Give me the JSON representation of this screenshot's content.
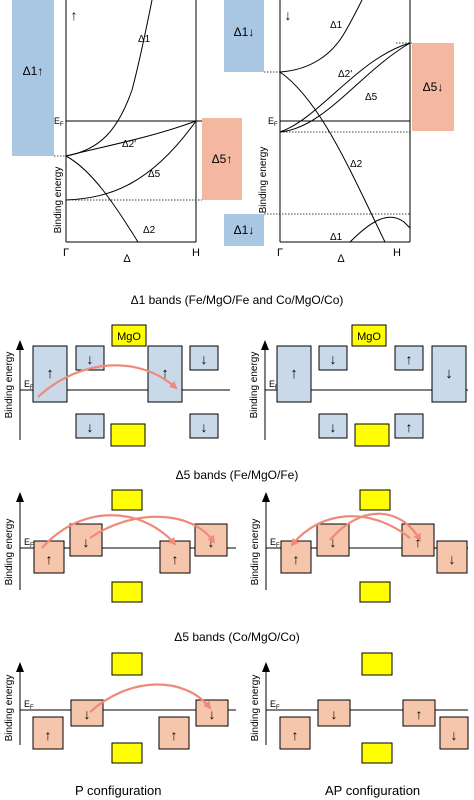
{
  "top_panels": {
    "left": {
      "spin_arrow": "↑",
      "side_labels": {
        "d1": "Δ1↑",
        "d5": "Δ5↑"
      },
      "curve_labels": {
        "d1": "Δ1",
        "d2p": "Δ2'",
        "d5": "Δ5",
        "d2": "Δ2"
      },
      "ef": "E",
      "ef_sub": "F",
      "y_axis": "Binding energy",
      "x_ticks": [
        "Γ",
        "Δ",
        "H"
      ]
    },
    "right": {
      "spin_arrow": "↓",
      "side_labels": {
        "d1_top": "Δ1↓",
        "d1_bottom": "Δ1↓",
        "d5": "Δ5↓"
      },
      "curve_labels": {
        "d1_top": "Δ1",
        "d2p": "Δ2'",
        "d5": "Δ5",
        "d2": "Δ2",
        "d1_bottom": "Δ1"
      },
      "ef": "E",
      "ef_sub": "F",
      "y_axis": "Binding energy",
      "x_ticks": [
        "Γ",
        "Δ",
        "H"
      ]
    }
  },
  "section_titles": {
    "d1": "Δ1 bands  (Fe/MgO/Fe and Co/MgO/Co)",
    "d5_fe": "Δ5 bands  (Fe/MgO/Fe)",
    "d5_co": "Δ5 bands  (Co/MgO/Co)"
  },
  "schematic": {
    "mgo_label": "MgO",
    "y_axis": "Binding energy",
    "ef": "E",
    "ef_sub": "F",
    "up": "↑",
    "down": "↓"
  },
  "footer": {
    "p": "P configuration",
    "ap": "AP configuration"
  },
  "colors": {
    "blue_band": "#c9d9ea",
    "orange_band": "#f6c6ac",
    "side_blue": "#a9c6e3",
    "side_orange": "#f4b8a2",
    "mgo": "#ffff00",
    "arrow": "#ef8a78"
  }
}
